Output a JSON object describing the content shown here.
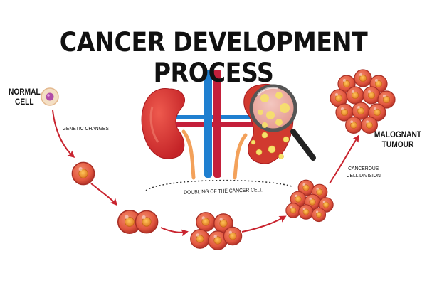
{
  "title": "CANCER DEVELOPMENT PROCESS",
  "labels": {
    "normal_cell": "NORMAL\nCELL",
    "genetic_changes": "GENETIC CHANGES",
    "doubling": "DOUBLING OF THE CANCER CELL",
    "cancerous_division": "CANCEROUS\nCELL DIVISION",
    "malignant_tumour": "MALOGNANT\nTUMOUR"
  },
  "colors": {
    "arrow": "#c9242f",
    "cell_fill": "#e2573f",
    "cell_edge": "#b8352a",
    "nucleus": "#f0a23a",
    "kidney": "#d8322f",
    "vein": "#1f7fd0",
    "artery": "#c41f3a",
    "ureter": "#f3a15a",
    "tumor_fat": "#f7e26a",
    "normal_cell": "#f4dfc4",
    "normal_nucleus": "#b04ca8"
  }
}
